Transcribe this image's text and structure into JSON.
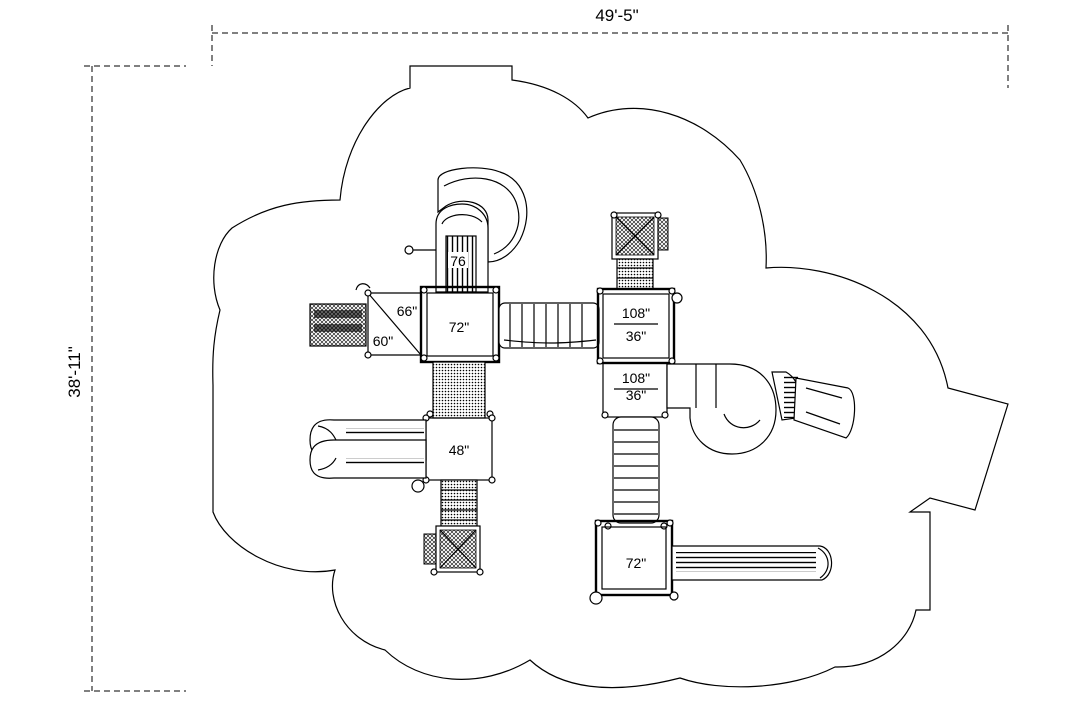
{
  "dimensions": {
    "width_label": "49'-5\"",
    "height_label": "38'-11\""
  },
  "decks": {
    "deck_a": "72\"",
    "deck_b_top": "108\"",
    "deck_b_bottom": "36\"",
    "deck_c_top": "108\"",
    "deck_c_bottom": "36\"",
    "deck_d": "48\"",
    "deck_e": "72\""
  },
  "labels": {
    "stair_height": "76",
    "ramp_upper": "66\"",
    "ramp_lower": "60\""
  },
  "colors": {
    "line": "#000000",
    "background": "#ffffff"
  }
}
